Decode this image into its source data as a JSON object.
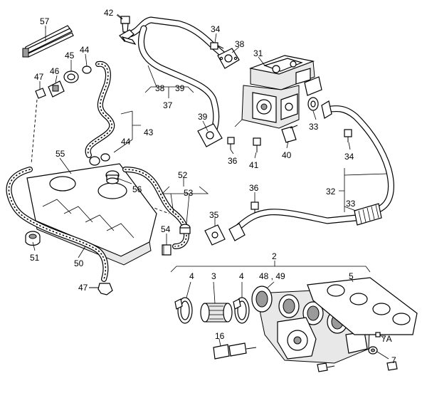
{
  "labels": {
    "l57": "57",
    "l42": "42",
    "l34a": "34",
    "l38a": "38",
    "l31": "31",
    "l45": "45",
    "l44a": "44",
    "l47a": "47",
    "l46": "46",
    "l38b": "38",
    "l39a": "39",
    "l37": "37",
    "l39b": "39",
    "l43": "43",
    "l44b": "44",
    "l33a": "33",
    "l34b": "34",
    "l36a": "36",
    "l41": "41",
    "l40": "40",
    "l55": "55",
    "l52": "52",
    "l56": "56",
    "l53": "53",
    "l36b": "36",
    "l32": "32",
    "l33b": "33",
    "l35": "35",
    "l54": "54",
    "l51": "51",
    "l50": "50",
    "l2": "2",
    "l47b": "47",
    "l4a": "4",
    "l3": "3",
    "l4b": "4",
    "l48_49": "48 , 49",
    "l5": "5",
    "l16": "16",
    "l7A": "7A",
    "l7": "7"
  }
}
